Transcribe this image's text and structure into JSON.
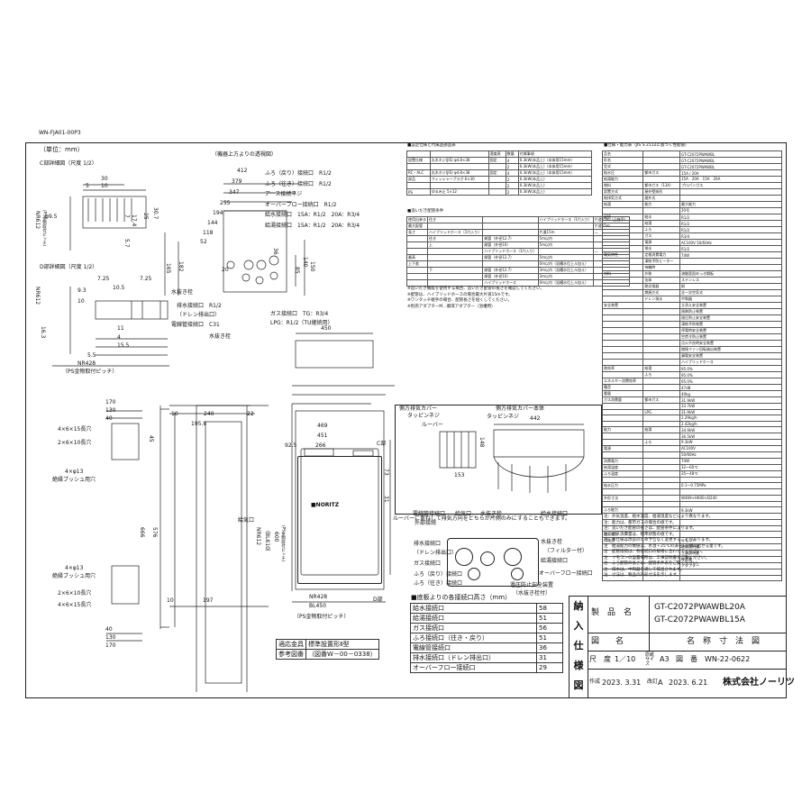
{
  "doc_code": "WN-FJA01-00P3",
  "units": "（単位：mm）",
  "top_view_note": "（機器上方よりの透視図）",
  "c_section": "C部詳細図（尺度 1/2）",
  "d_section": "D部詳細図（尺度 1/2）",
  "ps_pitch_left": "（PS金物取付ピッチ）",
  "ps_pitch_bottom": "（PS金物取付ピッチ）",
  "dims": {
    "c_30": "30",
    "c_5": "5",
    "c_10": "10",
    "c_phi95": "φ9.5",
    "c_7": "7",
    "c_174": "17.4",
    "c_25": "25",
    "c_307": "30.7",
    "c_57": "5.7",
    "c_nr612": "NR612",
    "d_725a": "7.25",
    "d_105": "10.5",
    "d_725b": "7.25",
    "d_93": "9.3",
    "d_10": "10",
    "d_163": "16.3",
    "d_11": "11",
    "d_4": "4",
    "d_155": "15.5",
    "d_55": "5.5",
    "d_nr428": "NR428",
    "d_nr612": "NR612",
    "t_412": "412",
    "t_379": "379",
    "t_347": "347",
    "t_255": "255",
    "t_194": "194",
    "t_144": "144",
    "t_118": "118",
    "t_52": "52",
    "t_165": "165",
    "t_182": "182",
    "t_20": "20",
    "t_36": "36",
    "t_140": "140",
    "t_150": "150",
    "t_85": "85",
    "s_170": "170",
    "s_130": "130",
    "s_40": "40",
    "s_45": "45",
    "s_666": "666",
    "s_576": "576",
    "s_170b": "170",
    "s_130b": "130",
    "s_40b": "40",
    "s_10": "10",
    "s_197": "197",
    "s_240": "240",
    "s_22": "22",
    "s_1958": "195.8",
    "s_10b": "10",
    "f_450": "450",
    "f_469": "469",
    "f_451": "451",
    "f_925": "92.5",
    "f_266": "266",
    "f_73": "73",
    "f_31": "31",
    "f_nr612": "NR612",
    "f_bl610": "（BL610）",
    "f_600": "600",
    "f_nr428": "NR428",
    "f_bl450": "BL450",
    "v_442": "442",
    "v_148": "148",
    "v_153": "153"
  },
  "labels": {
    "furo_modori": "ふろ（戻り）接続口　R1/2",
    "furo_iki": "ふろ（往き）接続口　R1/2",
    "earth": "アース接続ネジ",
    "overflow": "オーバーフロー接続口　R1/2",
    "kyusui": "給水接続口　15A：R1/2　20A：R3/4",
    "kyuto": "給湯接続口　15A：R1/2　20A：R3/4",
    "mizunuki": "水抜き栓",
    "haisui": "排水接続口　R1/2",
    "drain": "（ドレン排出口）",
    "denki": "電線管接続口　C31",
    "gas": "ガス接続口　TG：R3/4",
    "lpg": "LPG：R1/2（TU継続用）",
    "mizunuki2": "水抜き栓",
    "hole4x6": "4×6×15長穴",
    "hole2x6": "2×6×10長穴",
    "hole4x13": "4×φ13",
    "bushing": "絶縁ブッシュ用穴",
    "hole4x13b": "4×φ13",
    "bushing2": "絶縁ブッシュ用穴",
    "hole2x6b": "2×6×10長穴",
    "hole4x6b": "4×6×15長穴",
    "kyuki": "給気口",
    "cbu": "C部",
    "dbu": "D部",
    "ps_pitch": "（PS金物取付ピッチ）",
    "louver_cover": "側方排気カバー",
    "tapping": "タッピンネジ",
    "louver": "ルーバー",
    "side_body": "側方排気カバー本体",
    "tapping2": "タッピンネジ",
    "louver_note": "ルーバーに重ねして排気方向をどちらか片側のみにすることもできます。",
    "pipe_denki": "電線管接続口",
    "pipe_gaibu": "外部接続",
    "pipe_kyuki": "給気口",
    "pipe_mizu": "水抜き栓",
    "pipe_haisui": "排水接続口",
    "pipe_drain": "（ドレン排出口）",
    "pipe_gas": "ガス接続口",
    "pipe_modori": "ふろ（戻り）接続口",
    "pipe_iki": "ふろ（往き）接続口",
    "pipe_kyusui": "給水接続口",
    "pipe_mizu2": "水抜き栓",
    "pipe_filter": "（フィルター付）",
    "pipe_kyuto": "給湯接続口",
    "pipe_over": "オーバーフロー接続口",
    "pipe_valve": "過圧防止安全装置",
    "pipe_valve2": "（水抜き栓付）"
  },
  "heights_title": "■底板よりの各接続口高さ（mm）",
  "heights": [
    {
      "name": "給水接続口",
      "value": "58"
    },
    {
      "name": "給湯接続口",
      "value": "51"
    },
    {
      "name": "ガス接続口",
      "value": "56"
    },
    {
      "name": "ふろ接続口（往き・戻り）",
      "value": "51"
    },
    {
      "name": "電線管接続口",
      "value": "36"
    },
    {
      "name": "排水接続口（ドレン排出口）",
      "value": "31"
    },
    {
      "name": "オーバーフロー接続口",
      "value": "29"
    }
  ],
  "install_note": {
    "left1": "適応金具",
    "left2": "参考図番",
    "right1": "標準設置形Ⅱ型",
    "right2": "（図番W－00－0338）"
  },
  "settings_title": "■設定仕様と付属品部品表",
  "settings_head": [
    "",
    "",
    "適度表",
    "数量",
    "付属事項"
  ],
  "settings_rows": [
    [
      "設置仕様",
      "丸木ネジ(JIS) φ4.8×38",
      "固定",
      "4",
      "0.3kW(本品上)（本体用15mm）"
    ],
    [
      "",
      "",
      "",
      "2",
      "0.3kW(本品上)（本体用15mm）"
    ],
    [
      "RC・ALC",
      "丸木ネジ(JIS) φ4.8×38",
      "固定",
      "4",
      "0.3kW(本品上)（本体用15mm）"
    ],
    [
      "部品",
      "フィッシャープラグ 6×30",
      "",
      "2",
      "0.3kW(本品上)"
    ],
    [
      "",
      "",
      "",
      "2",
      "0.3kW(本品上)"
    ],
    [
      "PS",
      "ゆるみ止 5×12",
      "",
      "2",
      "0.3kW(本品上)"
    ]
  ],
  "pipe_title": "■追いだき配管条件",
  "pipe_rows": [
    [
      "使用出来る",
      "往き",
      "",
      "ハイブリッドホース（1穴入り）",
      "片道15m（凸継手）"
    ],
    [
      "最大配管",
      "",
      "",
      "",
      "片道15m"
    ],
    [
      "長さ",
      "ハイブリッドホース（1穴入り）",
      "",
      "片道15m",
      "―"
    ],
    [
      "",
      "往き",
      "銅管（外径12.7）",
      "5m以内",
      ""
    ],
    [
      "",
      "上",
      "銅管（外径10）",
      "5m以内",
      ""
    ],
    [
      "",
      "",
      "ハイブリッドホース（1穴入り）",
      "",
      "―"
    ],
    [
      "最高",
      "",
      "銅管（外径12.7）",
      "5m以内",
      ""
    ],
    [
      "上下差",
      "",
      "",
      "0m以内（浴槽水位上ル加え）",
      ""
    ],
    [
      "",
      "下",
      "銅管（外径12.7）",
      "3m以内（浴槽水位上ル加え）",
      ""
    ],
    [
      "",
      "",
      "銅管（外径10）",
      "3m以内",
      ""
    ],
    [
      "",
      "",
      "ハイブリッドホース",
      "0m以内（浴槽水位上ル加え）",
      ""
    ]
  ],
  "pipe_notes": [
    "※追いだき機能を使用する場合、追いだき配管の長さを確認してください。",
    "※配管は、ハイブリッドホースの場合最大片道15mです。",
    "※ワンタッチ継手の場合、配管長さを短くしてください。",
    "※別売アダプターM…循環アダプター（浴槽用）"
  ],
  "spec_title": "■仕様・能力表（JIS S 2112に基づく性能値）",
  "spec_rows": [
    [
      "品名",
      "",
      "GT-C2072PWAWBL"
    ],
    [
      "形名",
      "",
      "GT-C2072PWAWBL"
    ],
    [
      "型式",
      "",
      "GT-C2072PWAWBL"
    ],
    [
      "給水圧",
      "都市ガス",
      "15A / 20A"
    ],
    [
      "給湯能力",
      "",
      "15A　20A　15A　20A"
    ],
    [
      "燃料",
      "都市ガス（13A）",
      "プロパンガス"
    ],
    [
      "設置方式",
      "屋外壁掛形",
      ""
    ],
    [
      "給排気方式",
      "屋外式",
      ""
    ],
    [
      "給湯",
      "能力",
      "最大能力"
    ],
    [
      "",
      "",
      "20号"
    ],
    [
      "接続",
      "給水",
      "R1/2"
    ],
    [
      "",
      "給湯",
      "R1/2"
    ],
    [
      "",
      "ふろ",
      "R1/2"
    ],
    [
      "",
      "ガス",
      "R3/4"
    ],
    [
      "",
      "電源",
      "AC100V 50/60Hz"
    ],
    [
      "",
      "排水",
      "R1/2"
    ],
    [
      "電気特性",
      "定格消費電力",
      "74W"
    ],
    [
      "",
      "凍結予防ヒーター",
      ""
    ],
    [
      "",
      "待機時",
      ""
    ],
    [
      "材料",
      "外装",
      "溶融亜鉛めっき鋼板"
    ],
    [
      "",
      "缶体",
      "ステンレス"
    ],
    [
      "",
      "熱交換器",
      "銅"
    ],
    [
      "",
      "燃焼方式",
      "全一次空気式"
    ],
    [
      "",
      "ドレン排水",
      "中和器"
    ],
    [
      "安全装置",
      "",
      "立消え安全装置"
    ],
    [
      "",
      "",
      "過熱防止装置"
    ],
    [
      "",
      "",
      "過圧防止安全装置"
    ],
    [
      "",
      "",
      "凍結予防装置"
    ],
    [
      "",
      "",
      "停電時安全装置"
    ],
    [
      "",
      "",
      "空焚き防止装置"
    ],
    [
      "",
      "",
      "点火不良時安全装置"
    ],
    [
      "",
      "",
      "燃焼ファン回転検出装置"
    ],
    [
      "",
      "",
      "漏電安全装置"
    ],
    [
      "",
      "",
      "ハイブリッドホース"
    ],
    [
      "熱効率",
      "給湯",
      "95.0%"
    ],
    [
      "",
      "ふろ",
      "95.0%"
    ],
    [
      "エネルギー消費効率",
      "",
      "95.0%"
    ],
    [
      "騒音",
      "",
      "47dB"
    ],
    [
      "重量",
      "",
      "40kg"
    ],
    [
      "ガス消費量",
      "都市ガス",
      "31.9kW"
    ],
    [
      "",
      "",
      "33.7kW"
    ],
    [
      "",
      "LPG",
      "31.9kW"
    ],
    [
      "",
      "",
      "2.29kg/h"
    ],
    [
      "",
      "",
      "2.42kg/h"
    ],
    [
      "能力",
      "給湯",
      "34.9kW"
    ],
    [
      "",
      "",
      "36.5kW"
    ],
    [
      "",
      "ふろ",
      "9.3kW"
    ],
    [
      "電源",
      "",
      "AC100V"
    ],
    [
      "",
      "",
      "50/60Hz"
    ],
    [
      "消費電力",
      "",
      "74W"
    ],
    [
      "給湯温度",
      "",
      "32〜60℃"
    ],
    [
      "ふろ温度",
      "",
      "35〜48℃"
    ],
    [
      "",
      "",
      ""
    ],
    [
      "給水圧力",
      "",
      "0.1〜0.75MPa"
    ],
    [
      "",
      "",
      ""
    ],
    [
      "外形寸法",
      "",
      "W469×H600×D240"
    ],
    [
      "",
      "",
      ""
    ],
    [
      "ふろ能力",
      "",
      "9.3kW"
    ],
    [
      "",
      "",
      ""
    ],
    [
      "",
      "",
      ""
    ],
    [
      "",
      "",
      ""
    ],
    [
      "給湯暖房",
      "",
      ""
    ],
    [
      "付属品",
      "",
      "リモコン"
    ],
    [
      "",
      "",
      "取扱説明書"
    ],
    [
      "",
      "",
      "工事説明書"
    ],
    [
      "",
      "",
      "保証書"
    ],
    [
      "",
      "",
      "アダプター"
    ],
    [
      "",
      "",
      ""
    ],
    [
      "",
      "",
      ""
    ]
  ],
  "spec_notes": [
    "注：外気温度、給水温度、給湯温度などにより異なります。",
    "注：能力は、都市ガスの場合の値です。",
    "注：追いだき配管の長さは、配管条件によります。",
    "注：ガス消費量は、標準状態の値です。"
  ],
  "bottom_notes": [
    "注　本仕様は改良のため予告なく変更することがあります。",
    "注　給湯能力の数値は、水温＋25℃の湯を1分間に出せる量です。",
    "注　配管接続は、各接続口の規格に合わせてください。",
    "注　リモコンの設置場所は、工事説明書をご覧ください。",
    "注　ふろ配管の長さは、配管条件表をご覧ください。",
    "注　排水は、中和器を通して排出されます。",
    "注　寸法は、製品の外形寸法を示します。"
  ],
  "title_block": {
    "nou": "納",
    "nyu": "入",
    "shi": "仕",
    "you": "様",
    "zu": "図",
    "product_label": "製　品　名",
    "product1": "GT-C2072PWAWBL20A",
    "product2": "GT-C2072PWAWBL15A",
    "zumei_label": "図　　名",
    "zumei": "名　称　寸　法　図",
    "scale_label": "尺　度",
    "scale": "1／10",
    "size_label": "原紙サイズ",
    "size": "A3",
    "zuban_label": "図　番",
    "zuban": "WN-22-0622",
    "made_label": "作成",
    "made_date": "2023. 3.31",
    "rev_label": "改訂",
    "rev": "A",
    "rev_date": "2023. 6.21",
    "company": "株式会社ノーリツ"
  }
}
